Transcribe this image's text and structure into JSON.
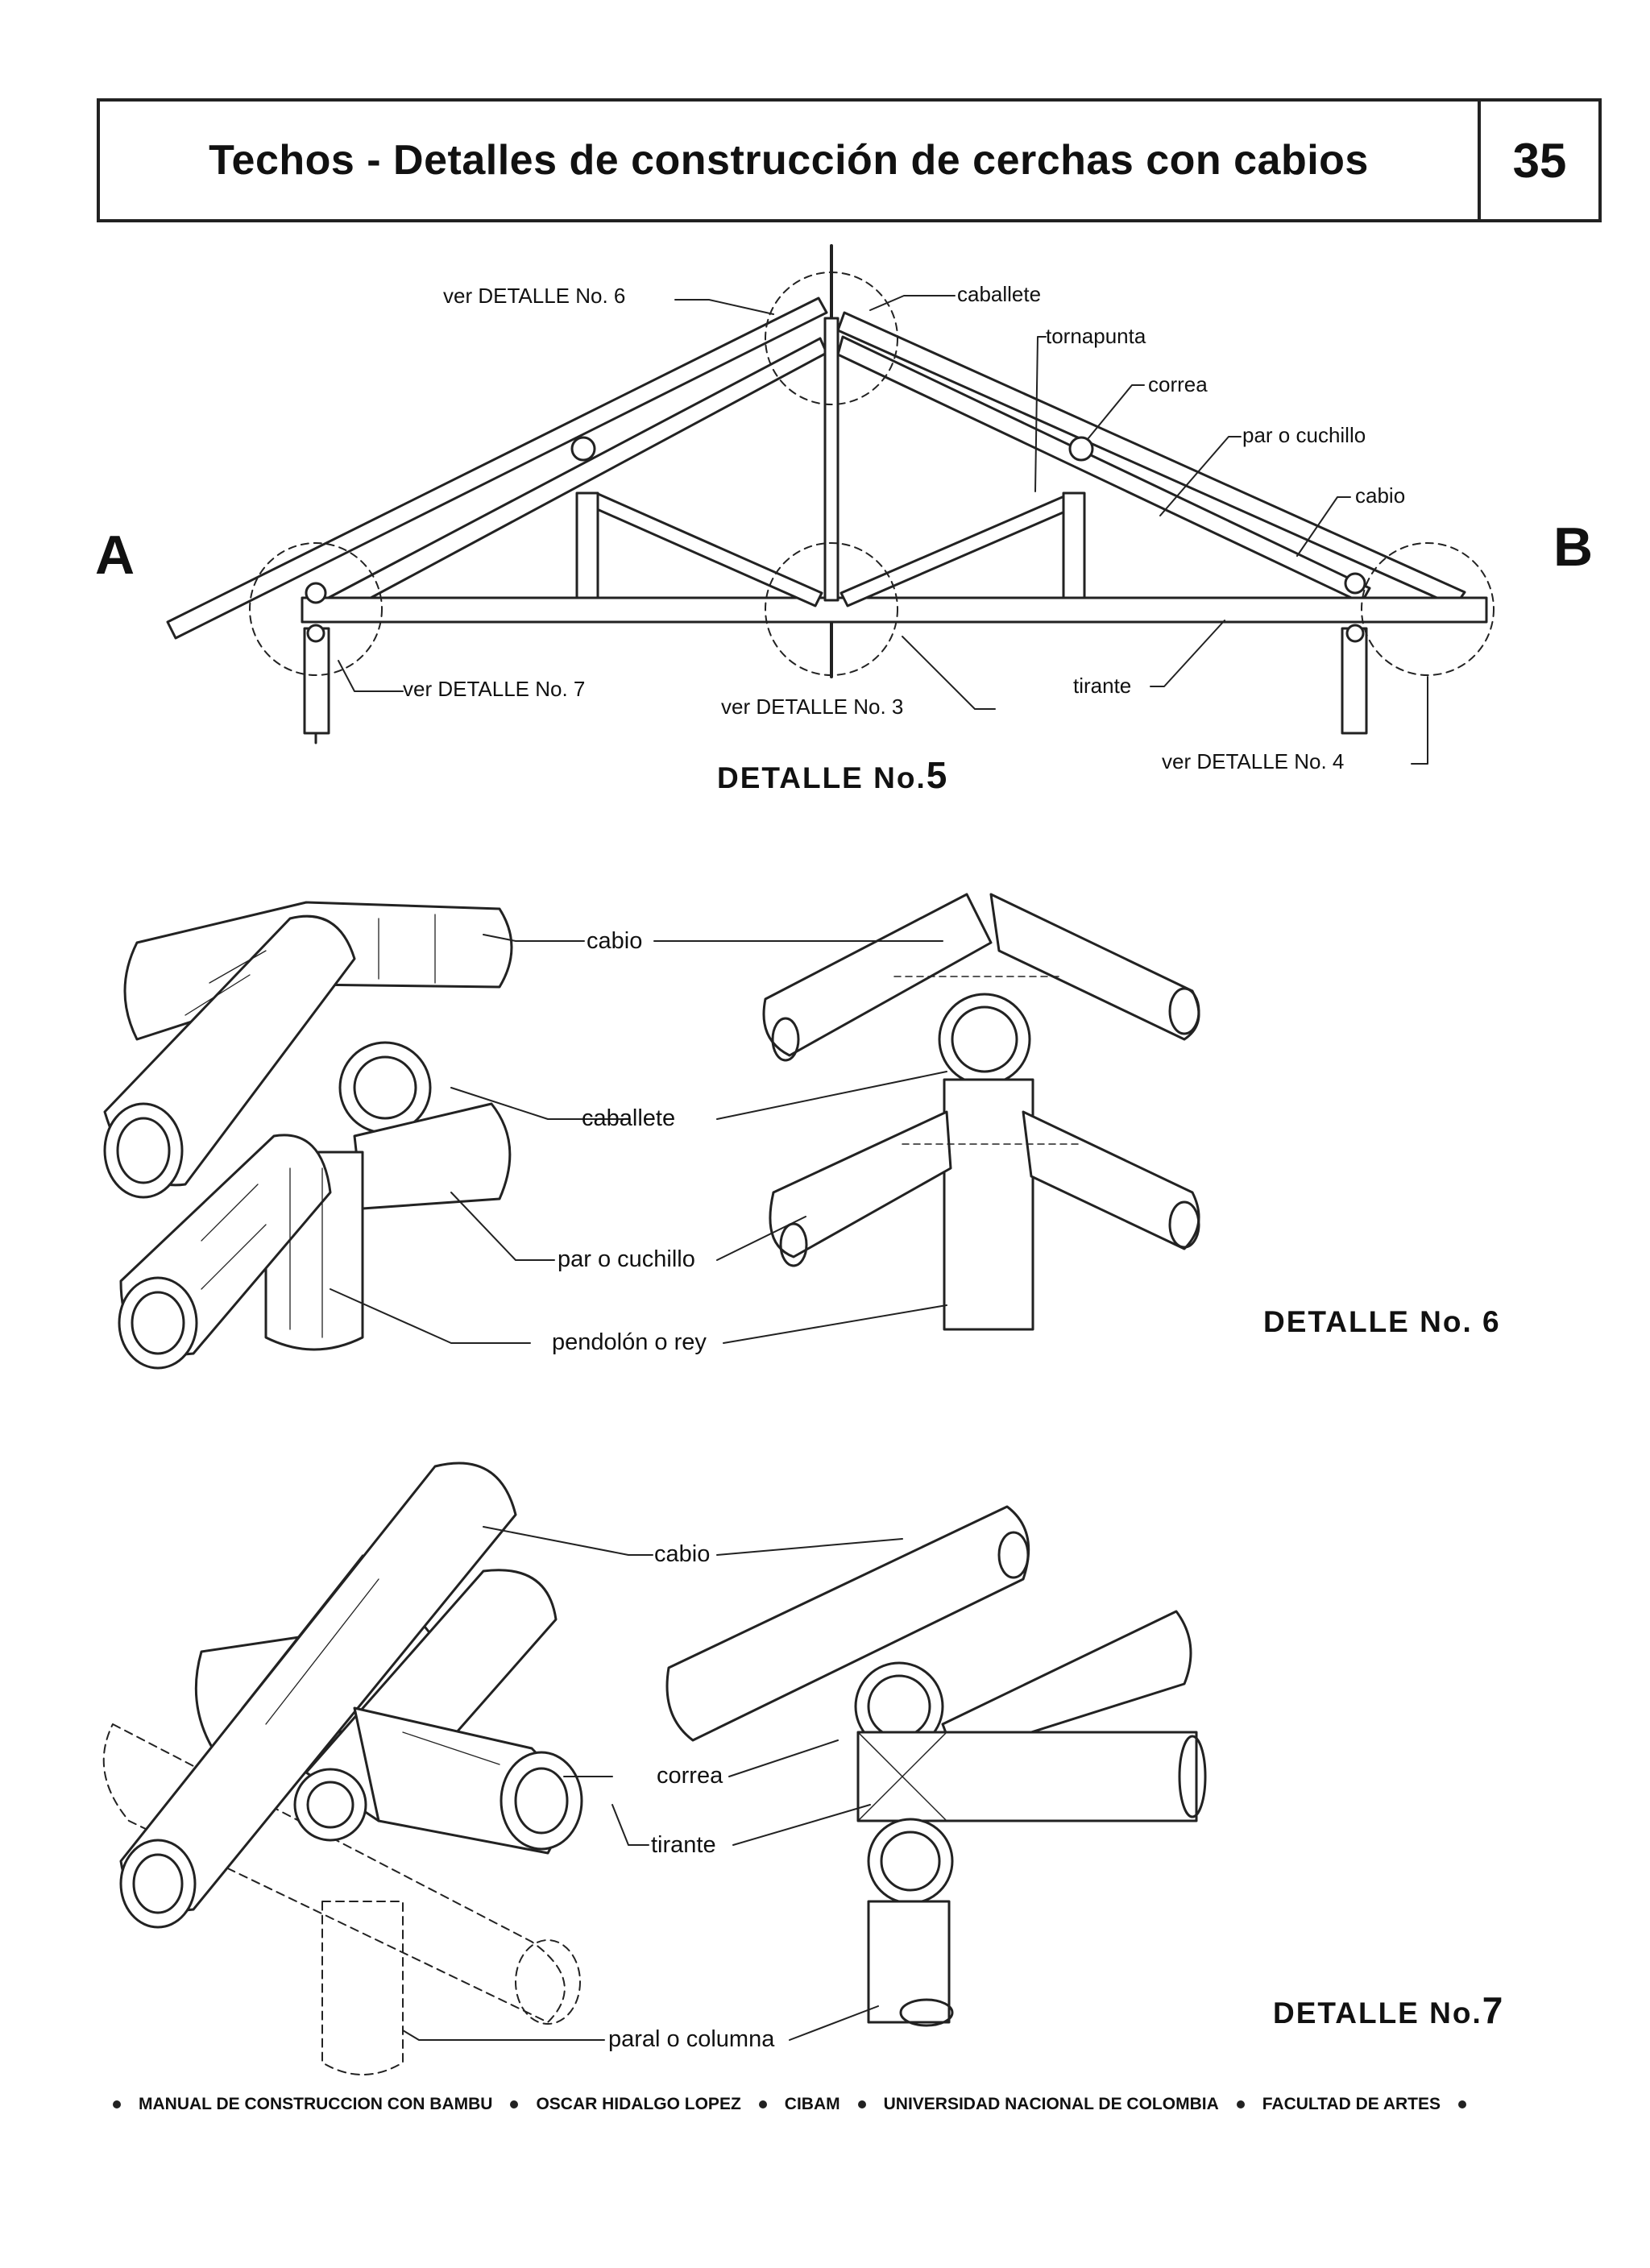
{
  "header": {
    "title": "Techos - Detalles de construcción de cerchas con cabios",
    "page_number": "35"
  },
  "detalle5": {
    "side_a": "A",
    "side_b": "B",
    "labels": {
      "ver6": "ver DETALLE No. 6",
      "caballete": "caballete",
      "tornapunta": "tornapunta",
      "correa": "correa",
      "par": "par o cuchillo",
      "cabio": "cabio",
      "ver7": "ver DETALLE No. 7",
      "ver3": "ver DETALLE No. 3",
      "tirante": "tirante",
      "ver4": "ver DETALLE No. 4"
    },
    "caption_text": "DETALLE No.",
    "caption_num": "5"
  },
  "detalle6": {
    "labels": {
      "cabio": "cabio",
      "caballete": "caballete",
      "par": "par o cuchillo",
      "pendolon": "pendolón o rey"
    },
    "caption": "DETALLE No. 6"
  },
  "detalle7": {
    "labels": {
      "cabio": "cabio",
      "correa": "correa",
      "tirante": "tirante",
      "paral": "paral o columna"
    },
    "caption_text": "DETALLE No.",
    "caption_num": "7"
  },
  "footer": [
    "MANUAL DE CONSTRUCCION CON BAMBU",
    "OSCAR HIDALGO LOPEZ",
    "CIBAM",
    "UNIVERSIDAD NACIONAL DE COLOMBIA",
    "FACULTAD DE ARTES"
  ]
}
